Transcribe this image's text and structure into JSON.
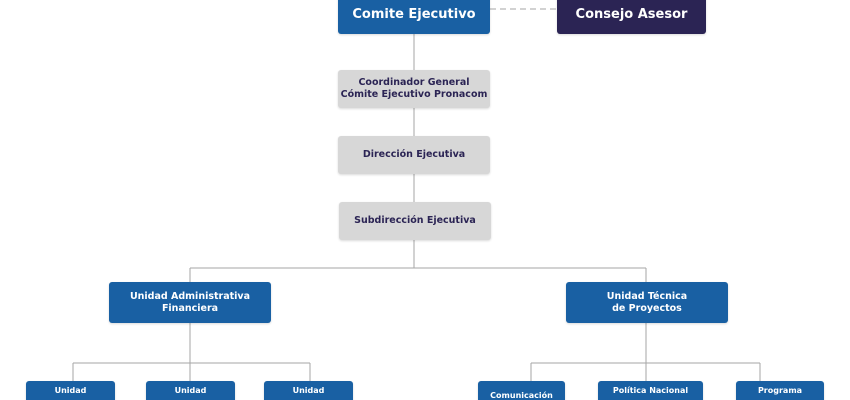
{
  "chart": {
    "nodes": {
      "comite": "Comite Ejecutivo",
      "consejo": "Consejo Asesor",
      "coordinador": "Coordinador General\nCómite Ejecutivo Pronacom",
      "direccion": "Dirección Ejecutiva",
      "subdireccion": "Subdirección Ejecutiva",
      "uaf": "Unidad Administrativa\nFinanciera",
      "utp": "Unidad Técnica\nde Proyectos",
      "u1": "Unidad",
      "u2": "Unidad",
      "u3": "Unidad",
      "c1": "Comunicación",
      "c2": "Política Nacional",
      "c3": "Programa"
    }
  },
  "colors": {
    "primary": "#1960a3",
    "dark": "#2b2454",
    "muted": "#d7d7d7",
    "line": "#a6a6a6"
  }
}
